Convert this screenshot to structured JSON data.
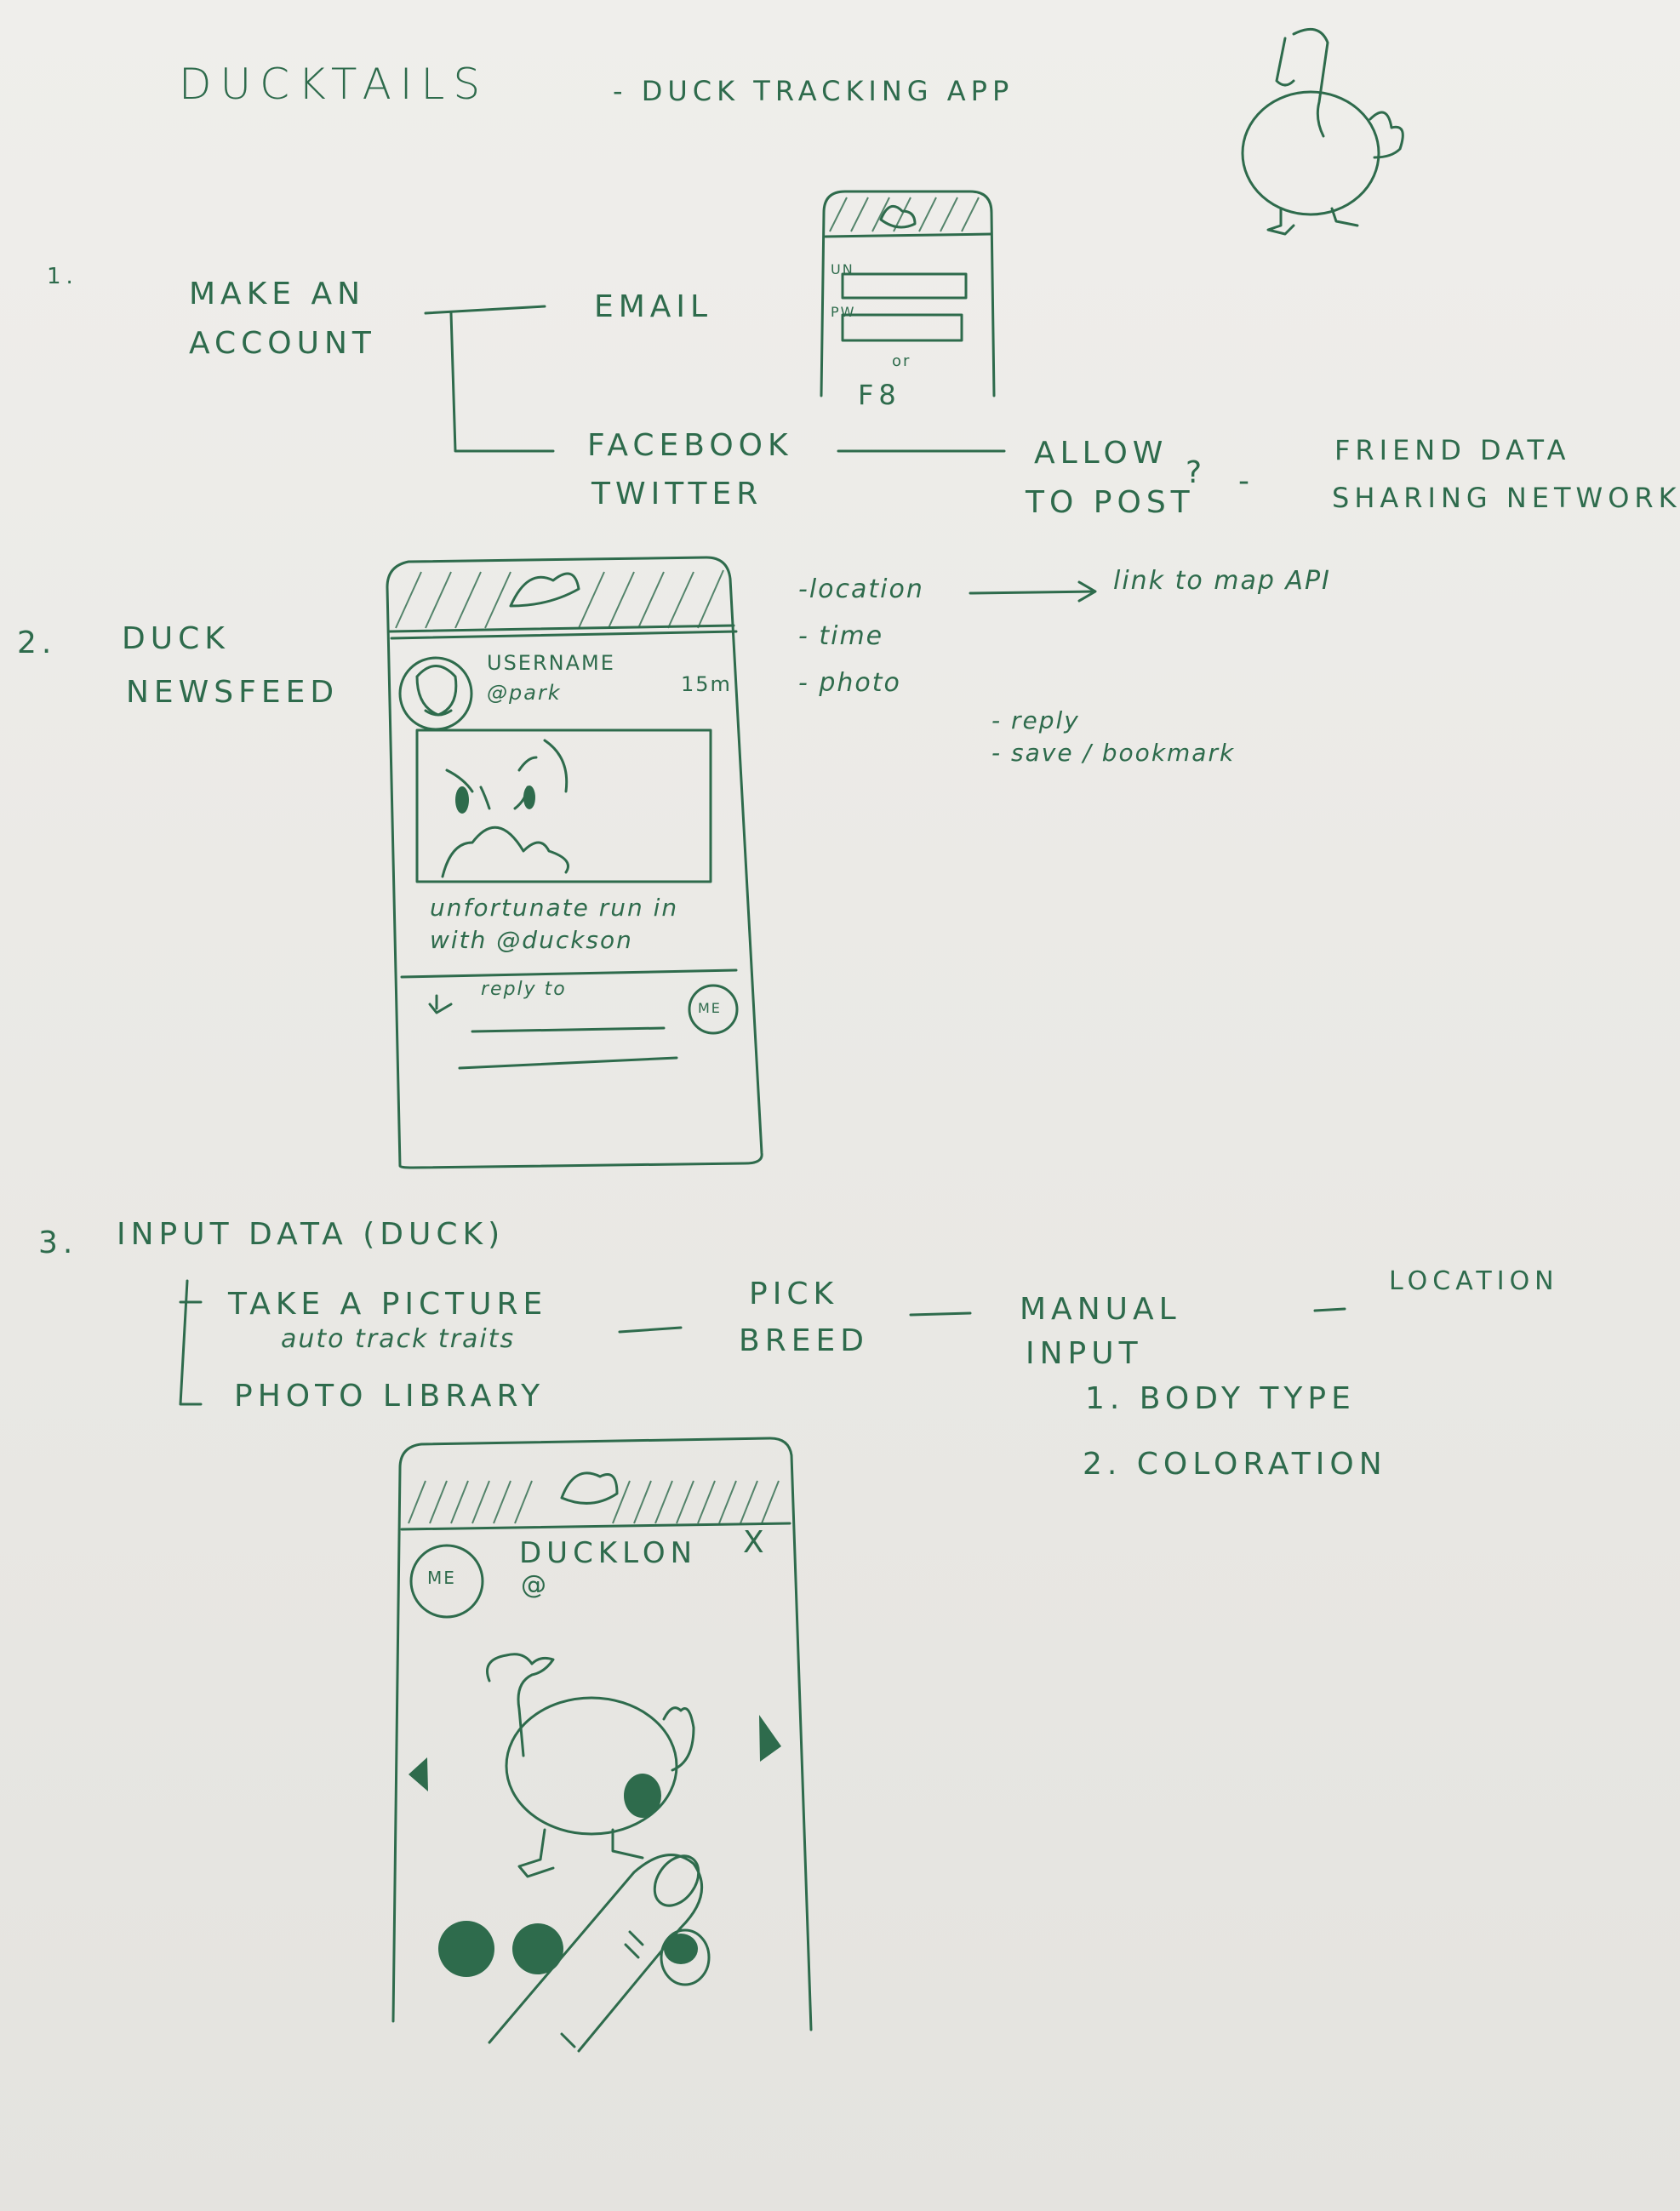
{
  "title": "DUCKTAILS",
  "subtitle": "- DUCK   TRACKING   APP",
  "section1": {
    "num": "1.",
    "heading_line1": "MAKE  AN",
    "heading_line2": "ACCOUNT",
    "opt_email": "EMAIL",
    "opt_facebook": "FACEBOOK",
    "opt_twitter": "TWITTER",
    "allow_line1": "ALLOW",
    "allow_line2": "TO  POST",
    "allow_q": "?",
    "dash": "-",
    "friend_line1": "FRIEND  DATA",
    "friend_line2": "SHARING  NETWORK",
    "login": {
      "un": "UN",
      "pw": "PW",
      "or": "or",
      "social": "F8"
    }
  },
  "section2": {
    "num": "2.",
    "heading_line1": "DUCK",
    "heading_line2": "NEWSFEED",
    "notes": [
      "-location",
      "- time",
      "- photo"
    ],
    "link_text": "link   to   map  API",
    "actions": [
      "- reply",
      "- save /  bookmark"
    ],
    "post": {
      "username": "USERNAME",
      "handle": "@park",
      "time": "15m",
      "caption_line1": "unfortunate   run in",
      "caption_line2": "with  @duckson",
      "reply": "reply  to",
      "me": "ME"
    }
  },
  "section3": {
    "num": "3.",
    "heading": "INPUT   DATA (DUCK)",
    "take_picture": "TAKE  A  PICTURE",
    "auto_track": "auto  track  traits",
    "photo_library": "PHOTO  LIBRARY",
    "pick_line1": "PICK",
    "pick_line2": "BREED",
    "manual_line1": "MANUAL",
    "manual_line2": "INPUT",
    "location": "LOCATION",
    "dash": "-",
    "list": [
      "1.  BODY  TYPE",
      "2.  COLORATION"
    ],
    "profile": {
      "me": "ME",
      "name": "DUCKLON",
      "handle": "@",
      "close": "X"
    }
  },
  "colors": {
    "ink": "#2e6b4c",
    "paper": "#ecebe8"
  }
}
